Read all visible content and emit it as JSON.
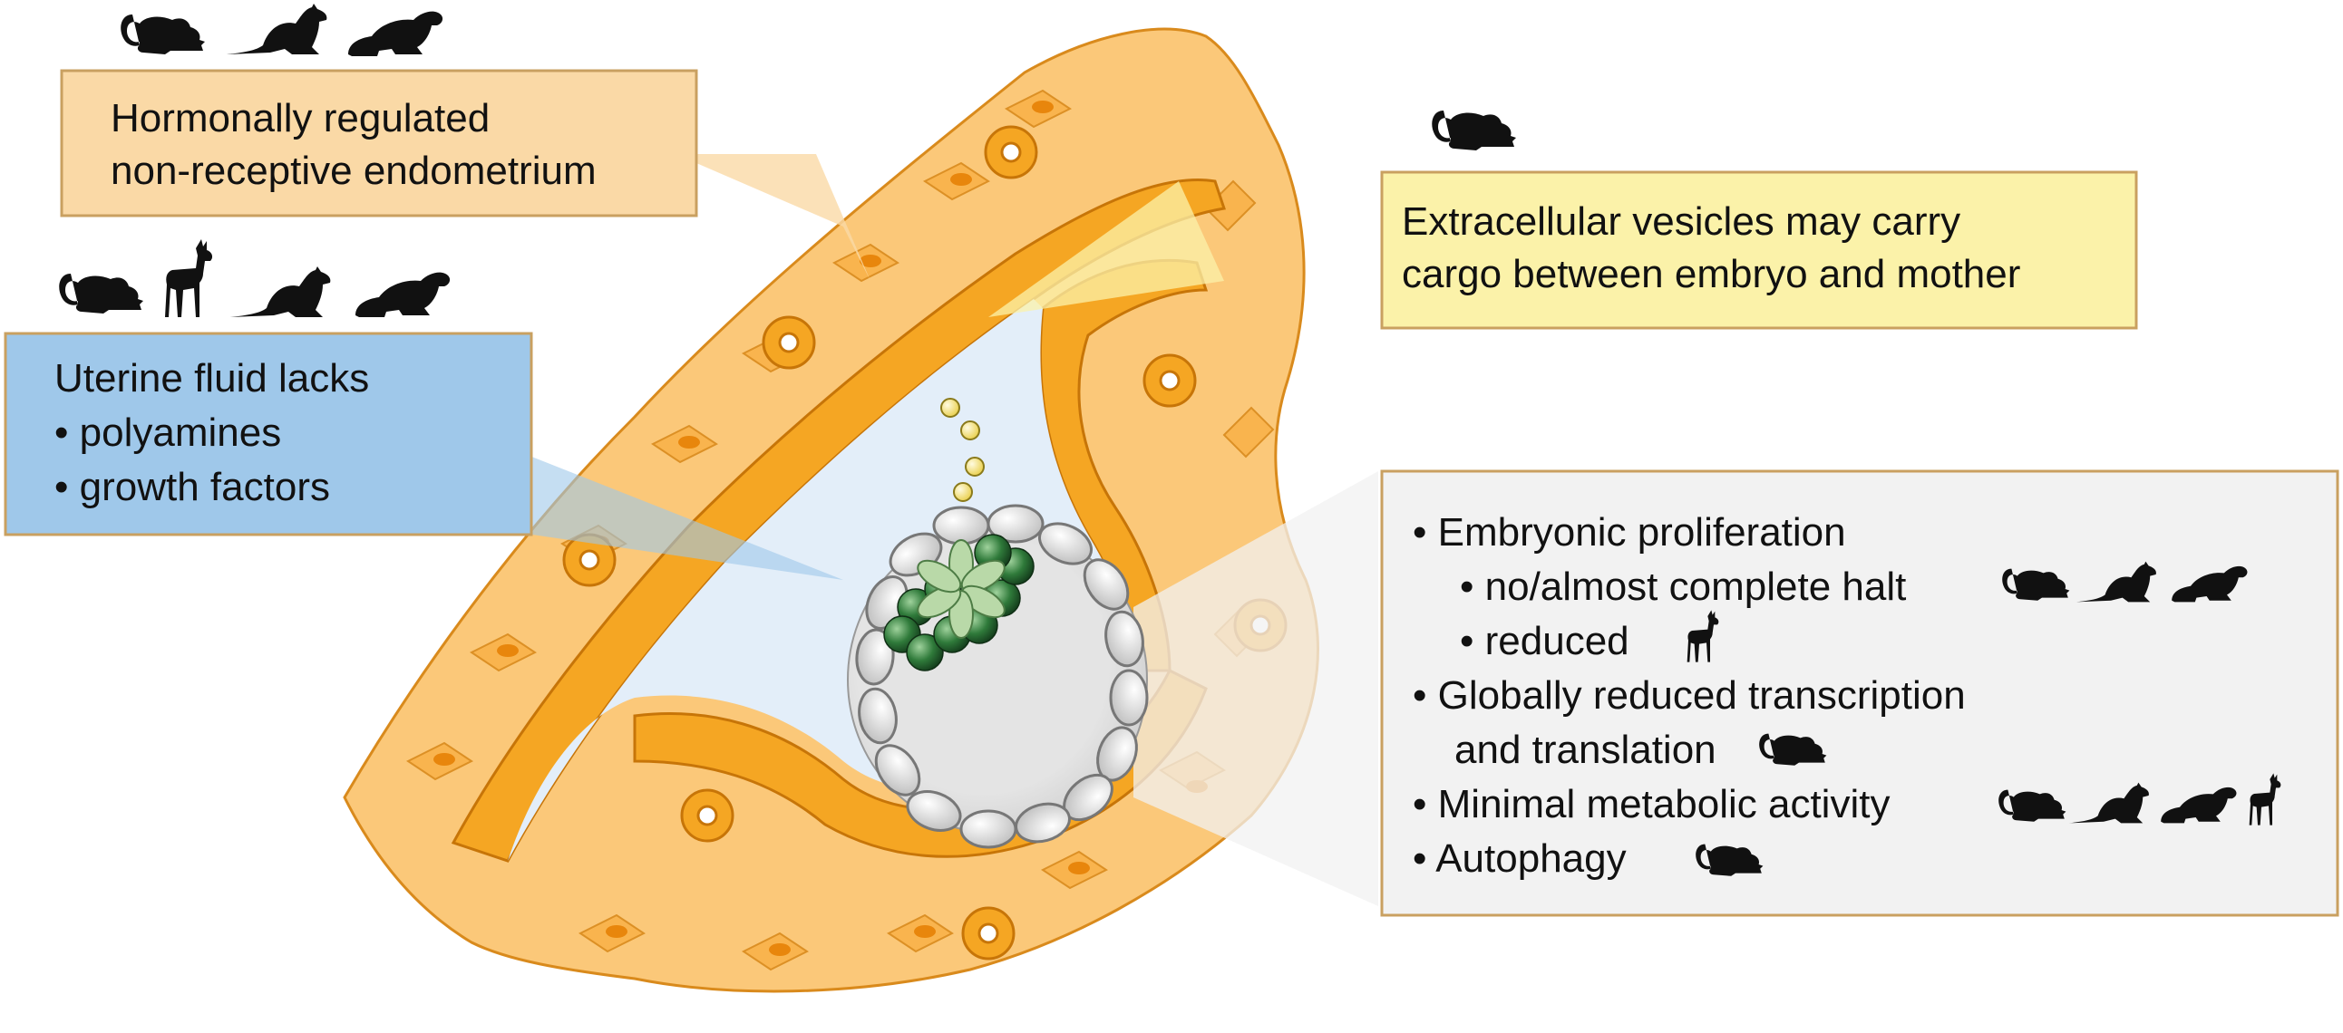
{
  "figure": {
    "endometrium_callout": {
      "line1": "Hormonally regulated",
      "line2": "non-receptive endometrium",
      "fill": "#fad9a6",
      "animals": [
        "mouse-icon",
        "wallaby-icon",
        "mink-icon"
      ]
    },
    "vesicles_callout": {
      "line1": "Extracellular vesicles may carry",
      "line2": "cargo between embryo and mother",
      "fill": "#fbf2a9",
      "animals": [
        "mouse-icon"
      ]
    },
    "uterine_fluid_callout": {
      "heading": "Uterine fluid lacks",
      "items": [
        "polyamines",
        "growth factors"
      ],
      "fill": "#9fc8ea",
      "animals": [
        "mouse-icon",
        "roe-deer-icon",
        "wallaby-icon",
        "mink-icon"
      ]
    },
    "embryo_callout": {
      "fill": "#f2f2f2",
      "items": [
        {
          "text": "Embryonic proliferation",
          "level": 1
        },
        {
          "text": "no/almost complete halt",
          "level": 2,
          "animals": [
            "mouse-icon",
            "wallaby-icon",
            "mink-icon"
          ]
        },
        {
          "text": "reduced",
          "level": 2,
          "animals": [
            "roe-deer-icon"
          ]
        },
        {
          "text": "Globally reduced transcription",
          "level": 1
        },
        {
          "text": "and translation",
          "level": 1,
          "continuation": true,
          "animals": [
            "mouse-icon"
          ]
        },
        {
          "text": "Minimal metabolic activity",
          "level": 1,
          "animals": [
            "mouse-icon",
            "wallaby-icon",
            "mink-icon",
            "roe-deer-icon"
          ]
        },
        {
          "text": "Autophagy",
          "level": 1,
          "animals": [
            "mouse-icon"
          ]
        }
      ]
    },
    "colors": {
      "tissue": "#f5a623",
      "tissue_light": "#fbc879",
      "nucleus": "#e8860c",
      "lumen": "#e3eef9",
      "trophoblast": "#d6d6d6",
      "icm_dark": "#1f5a2a",
      "icm_light": "#b9d9a8",
      "vesicle": "#f4e27a"
    }
  }
}
